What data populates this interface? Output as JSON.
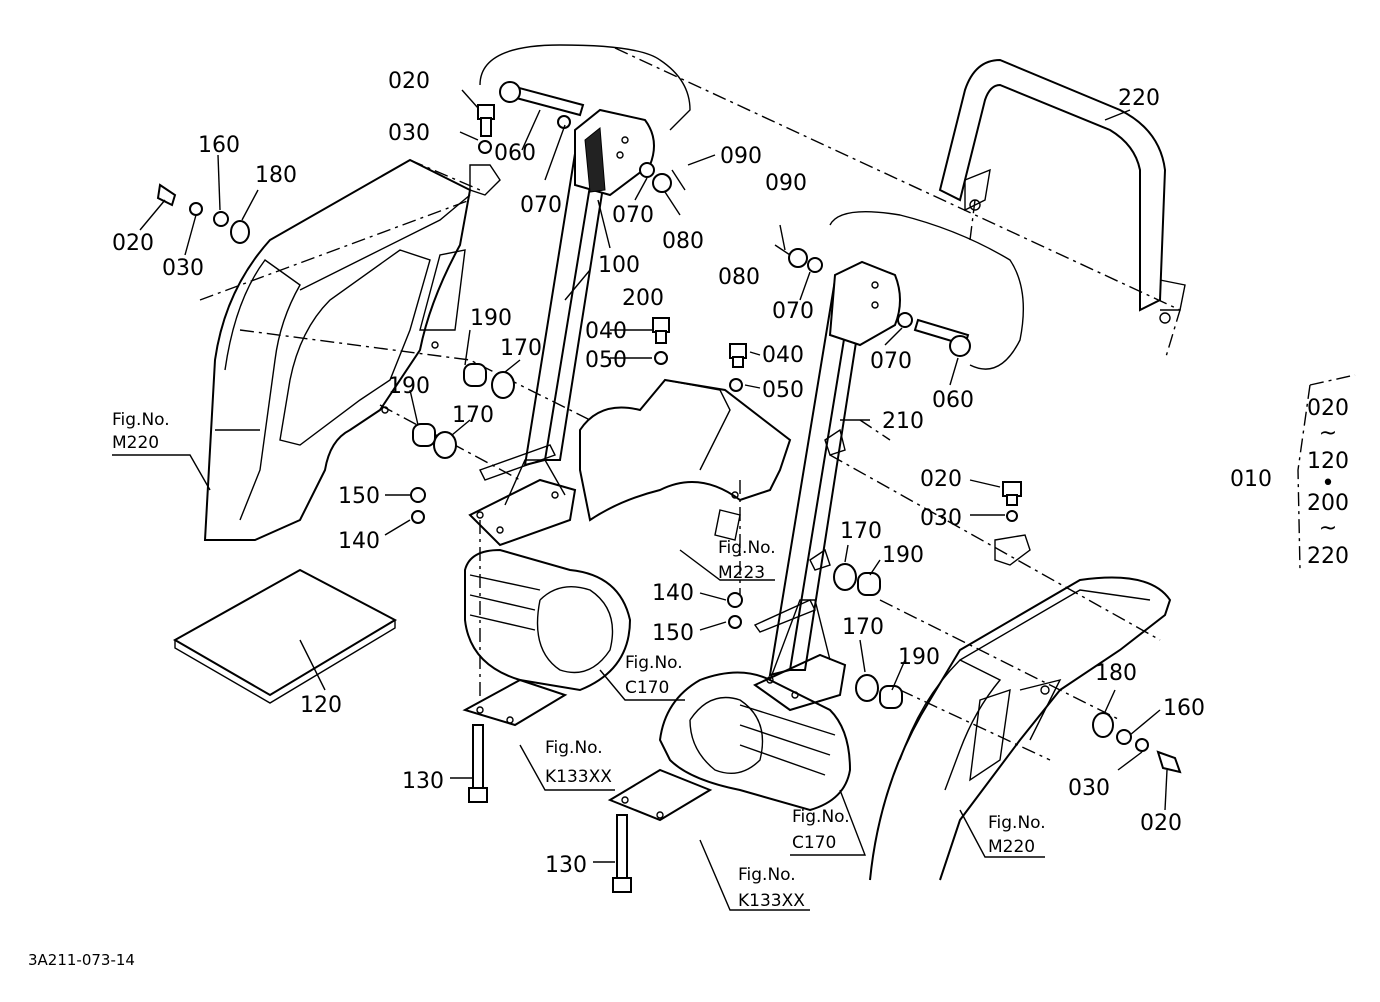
{
  "diagram_code": "3A211-073-14",
  "callouts": [
    {
      "id": "c1",
      "text": "020"
    },
    {
      "id": "c2",
      "text": "030"
    },
    {
      "id": "c3",
      "text": "060"
    },
    {
      "id": "c4",
      "text": "070"
    },
    {
      "id": "c5",
      "text": "070"
    },
    {
      "id": "c6",
      "text": "080"
    },
    {
      "id": "c7",
      "text": "090"
    },
    {
      "id": "c8",
      "text": "100"
    },
    {
      "id": "c9",
      "text": "200"
    },
    {
      "id": "c10",
      "text": "160"
    },
    {
      "id": "c11",
      "text": "180"
    },
    {
      "id": "c12",
      "text": "020"
    },
    {
      "id": "c13",
      "text": "030"
    },
    {
      "id": "c14",
      "text": "220"
    },
    {
      "id": "c15",
      "text": "090"
    },
    {
      "id": "c16",
      "text": "080"
    },
    {
      "id": "c17",
      "text": "070"
    },
    {
      "id": "c18",
      "text": "070"
    },
    {
      "id": "c19",
      "text": "060"
    },
    {
      "id": "c20",
      "text": "190"
    },
    {
      "id": "c21",
      "text": "170"
    },
    {
      "id": "c22",
      "text": "190"
    },
    {
      "id": "c23",
      "text": "170"
    },
    {
      "id": "c24",
      "text": "040"
    },
    {
      "id": "c25",
      "text": "050"
    },
    {
      "id": "c26",
      "text": "040"
    },
    {
      "id": "c27",
      "text": "050"
    },
    {
      "id": "c28",
      "text": "210"
    },
    {
      "id": "c29",
      "text": "150"
    },
    {
      "id": "c30",
      "text": "140"
    },
    {
      "id": "c31",
      "text": "020"
    },
    {
      "id": "c32",
      "text": "030"
    },
    {
      "id": "c33",
      "text": "170"
    },
    {
      "id": "c34",
      "text": "190"
    },
    {
      "id": "c35",
      "text": "140"
    },
    {
      "id": "c36",
      "text": "150"
    },
    {
      "id": "c37",
      "text": "170"
    },
    {
      "id": "c38",
      "text": "190"
    },
    {
      "id": "c39",
      "text": "120"
    },
    {
      "id": "c40",
      "text": "130"
    },
    {
      "id": "c41",
      "text": "130"
    },
    {
      "id": "c42",
      "text": "180"
    },
    {
      "id": "c43",
      "text": "160"
    },
    {
      "id": "c44",
      "text": "030"
    },
    {
      "id": "c45",
      "text": "020"
    },
    {
      "id": "c46",
      "text": "010"
    }
  ],
  "figure_refs": [
    {
      "id": "f1",
      "label": "Fig.No.",
      "code": "M220"
    },
    {
      "id": "f2",
      "label": "Fig.No.",
      "code": "M223"
    },
    {
      "id": "f3",
      "label": "Fig.No.",
      "code": "C170"
    },
    {
      "id": "f4",
      "label": "Fig.No.",
      "code": "K133XX"
    },
    {
      "id": "f5",
      "label": "Fig.No.",
      "code": "C170"
    },
    {
      "id": "f6",
      "label": "Fig.No.",
      "code": "K133XX"
    },
    {
      "id": "f7",
      "label": "Fig.No.",
      "code": "M220"
    }
  ],
  "range_box": {
    "lines": [
      "020",
      "~",
      "120",
      "•",
      "200",
      "~",
      "220"
    ]
  }
}
